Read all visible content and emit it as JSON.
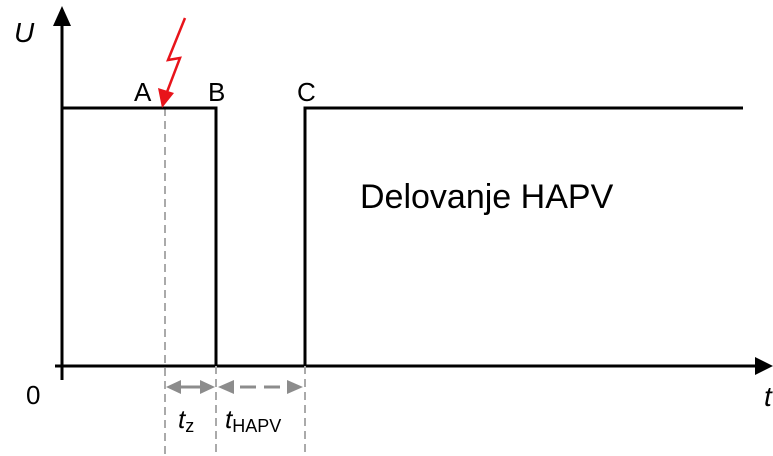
{
  "axes": {
    "y_label": "U",
    "x_label": "t",
    "origin_label": "0"
  },
  "points": {
    "a": "A",
    "b": "B",
    "c": "C"
  },
  "annotation": "Delovanje HAPV",
  "intervals": {
    "fault_main": "t",
    "fault_sub": "z",
    "hapv_main": "t",
    "hapv_sub": "HAPV"
  },
  "colors": {
    "signal": "#000000",
    "fault": "#e8141b",
    "guide": "#aaaaaa",
    "interval_arrow": "#8c8c8c"
  },
  "icons": {
    "fault": "lightning-bolt-icon"
  }
}
